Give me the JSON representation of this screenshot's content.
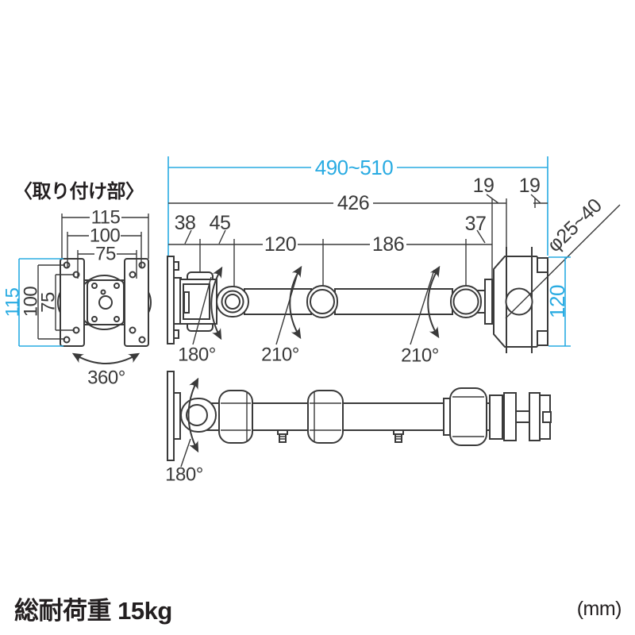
{
  "title": "〈取り付け部〉",
  "footer": {
    "load_capacity": "総耐荷重 15kg",
    "unit": "(mm)"
  },
  "colors": {
    "accent": "#29abe2",
    "line": "#3a3a3a",
    "text": "#231f20",
    "bg": "#ffffff"
  },
  "mount_view": {
    "width_dims": [
      "115",
      "100",
      "75"
    ],
    "height_dims": [
      "115",
      "100",
      "75"
    ],
    "rotation": "360°"
  },
  "side_view": {
    "total_length": "490~510",
    "arm_length": "426",
    "segments": [
      "38",
      "45",
      "120",
      "186",
      "37"
    ],
    "clamp_gaps": [
      "19",
      "19"
    ],
    "pole_diameter": "φ25~40",
    "clamp_height": "120",
    "rotations": [
      "180°",
      "210°",
      "210°"
    ]
  },
  "top_view": {
    "rotation": "180°"
  }
}
